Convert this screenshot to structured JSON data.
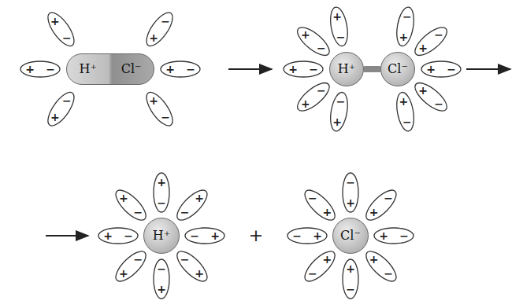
{
  "diagram": {
    "nodes": [
      {
        "text": [
          "H⁺",
          "Cl⁻"
        ]
      },
      {
        "text": [
          "H⁺"
        ]
      },
      {
        "text": [
          "Cl⁻"
        ]
      },
      {
        "text": [
          "H⁺"
        ]
      },
      {
        "text": [
          "Cl⁻"
        ]
      }
    ],
    "edges": [
      {
        "from": 1,
        "to": 2,
        "arrow": "none"
      }
    ],
    "labels": [
      "+",
      "−",
      "+",
      "−",
      "+",
      "−",
      "−",
      "+",
      "−",
      "+",
      "−",
      "+",
      "+",
      "−",
      "+",
      "−",
      "+",
      "−",
      "+",
      "−",
      "+",
      "−",
      "−",
      "+",
      "−",
      "+",
      "−",
      "+",
      "−",
      "+",
      "−",
      "+",
      "+",
      "−",
      "+",
      "−",
      "+",
      "−",
      "+",
      "−",
      "+",
      "−",
      "+",
      "−",
      "+",
      "−",
      "+",
      "−",
      "−",
      "+",
      "−",
      "+",
      "−",
      "+",
      "−",
      "+",
      "−",
      "+",
      "−",
      "+",
      "−",
      "+",
      "−",
      "+",
      "+"
    ]
  }
}
